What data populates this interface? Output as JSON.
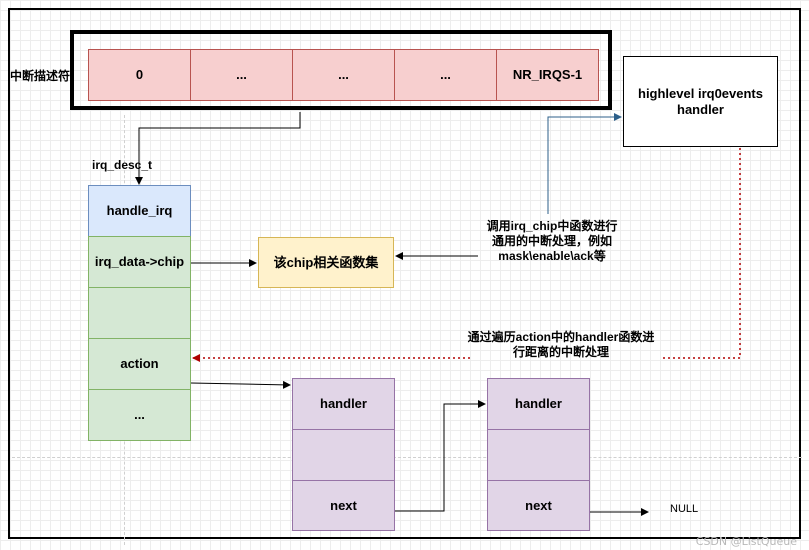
{
  "irq_array": {
    "label": "中断描述符",
    "cells": [
      "0",
      "...",
      "...",
      "...",
      "NR_IRQS-1"
    ]
  },
  "desc_type": "irq_desc_t",
  "desc_fields": [
    "handle_irq",
    "irq_data->chip",
    "",
    "action",
    "..."
  ],
  "chip_box": "该chip相关函数集",
  "highlevel_box": {
    "line1": "highlevel irq0events",
    "line2": "handler"
  },
  "note_chip": {
    "line1": "调用irq_chip中函数进行",
    "line2": "通用的中断处理，例如",
    "line3": "mask\\enable\\ack等"
  },
  "note_action": {
    "line1": "通过遍历action中的handler函数进",
    "line2": "行距离的中断处理"
  },
  "action_nodes": [
    {
      "handler": "handler",
      "next": "next"
    },
    {
      "handler": "handler",
      "next": "next"
    }
  ],
  "null_label": "NULL",
  "watermark": "CSDN @ListQueue",
  "colors": {
    "irq_cell": "#f7cfcf",
    "desc_cell": "#d5e8d4",
    "handle_cell": "#dae8fc",
    "chip_box": "#fff2cc",
    "action_cell": "#e1d5e7",
    "blue_arrow": "#2c5f8a",
    "red_dotted_arrow": "#b00000"
  }
}
